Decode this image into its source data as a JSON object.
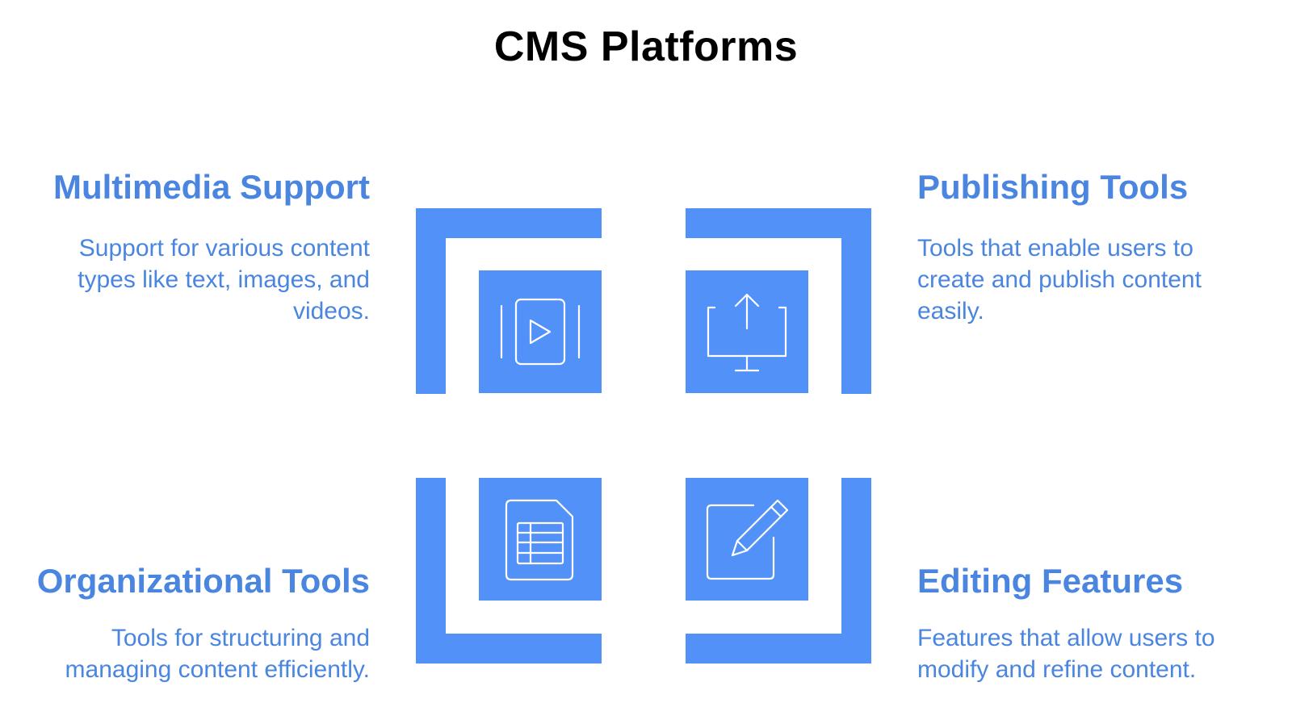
{
  "title": "CMS Platforms",
  "colors": {
    "accent": "#5291f8",
    "heading_text": "#4a85e0",
    "title_text": "#000000",
    "icon_stroke": "#ffffff"
  },
  "quadrants": {
    "top_left": {
      "heading": "Multimedia Support",
      "desc_lines": [
        "Support for various content",
        "types like text, images, and",
        "videos."
      ],
      "icon": "video-play-icon"
    },
    "top_right": {
      "heading": "Publishing Tools",
      "desc_lines": [
        "Tools that enable users to",
        "create and publish content",
        "easily."
      ],
      "icon": "monitor-upload-icon"
    },
    "bottom_left": {
      "heading": "Organizational Tools",
      "desc_lines": [
        "Tools for structuring and",
        "managing content efficiently."
      ],
      "icon": "spreadsheet-document-icon"
    },
    "bottom_right": {
      "heading": "Editing Features",
      "desc_lines": [
        "Features that allow users to",
        "modify and refine content."
      ],
      "icon": "edit-pencil-icon"
    }
  }
}
